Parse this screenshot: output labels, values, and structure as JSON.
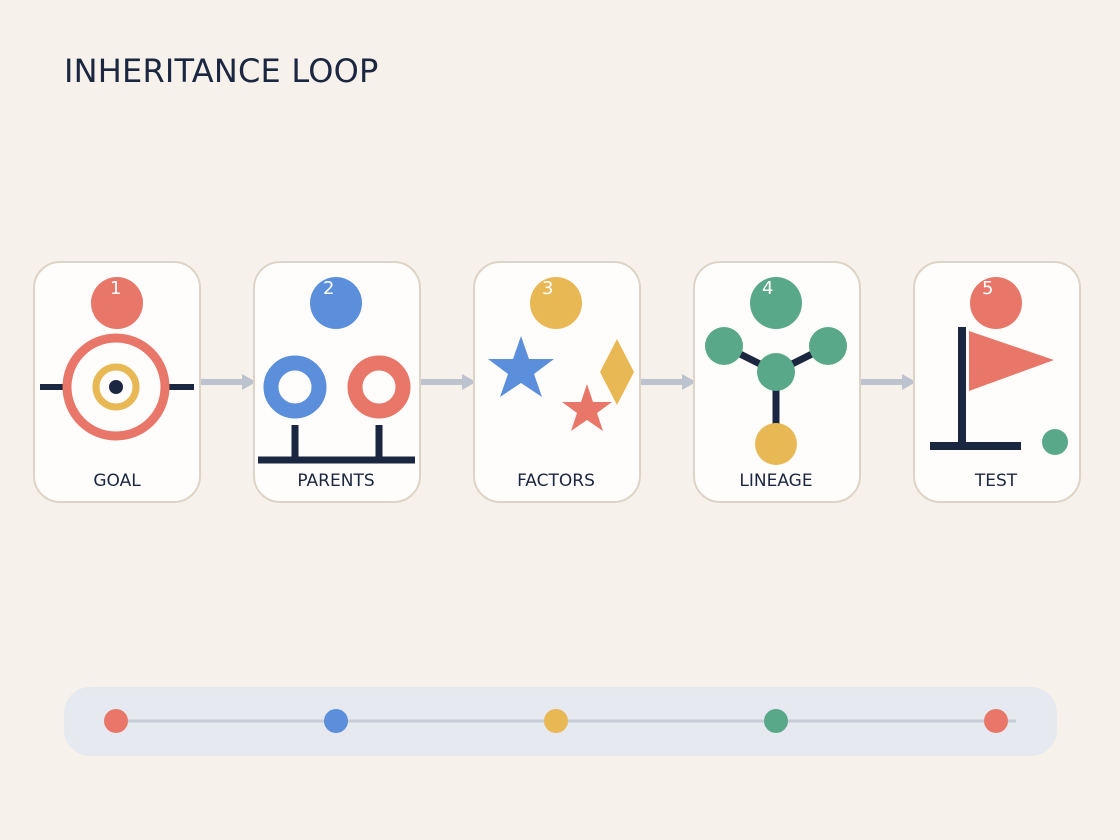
{
  "title": "INHERITANCE LOOP",
  "colors": {
    "background": "#f6f1ea",
    "card_fill": "#fefdfb",
    "card_border": "#ddd4c7",
    "ink": "#1b2640",
    "red": "#e8776a",
    "blue": "#5b8fdb",
    "yellow": "#e8b855",
    "green": "#5aa88a",
    "arrow": "#bcc3cf",
    "track_bg": "#e6e9ef",
    "track_line": "#c8ccd6"
  },
  "steps": [
    {
      "number": "1",
      "label": "GOAL",
      "icon": "target-icon",
      "color": "#e8776a"
    },
    {
      "number": "2",
      "label": "PARENTS",
      "icon": "parents-icon",
      "color": "#5b8fdb"
    },
    {
      "number": "3",
      "label": "FACTORS",
      "icon": "shapes-icon",
      "color": "#e8b855"
    },
    {
      "number": "4",
      "label": "LINEAGE",
      "icon": "tree-icon",
      "color": "#5aa88a"
    },
    {
      "number": "5",
      "label": "TEST",
      "icon": "flag-icon",
      "color": "#e8776a"
    }
  ],
  "timeline": {
    "dots": [
      "#e8776a",
      "#5b8fdb",
      "#e8b855",
      "#5aa88a",
      "#e8776a"
    ]
  }
}
